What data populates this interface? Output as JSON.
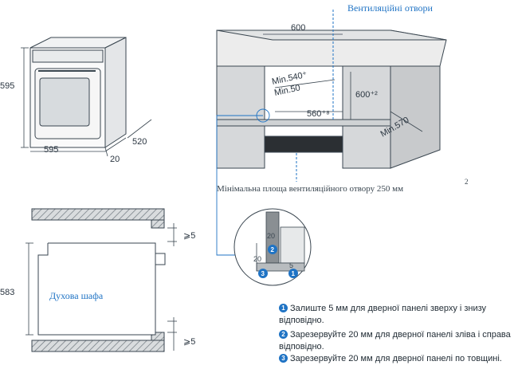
{
  "oven_front": {
    "height": "595",
    "width": "595",
    "depth_door": "20",
    "depth_body": "520"
  },
  "cabinet": {
    "top_width": "600",
    "min_width": "Min.540⁺",
    "min_depth_label": "Min.50",
    "height_label": "600⁺²",
    "inner_width": "560⁺⁸",
    "min_depth": "Min.570",
    "vent_title": "Вентиляційні отвори",
    "vent_area": "Мінімальна площа вентиляційного отвору 250 мм",
    "vent_area_sup": "2"
  },
  "side_view": {
    "height": "583",
    "gap_top": "⩾5",
    "gap_bottom": "⩾5",
    "label": "Духова шафа"
  },
  "detail": {
    "dim_20_a": "20",
    "dim_20_b": "20",
    "dim_5": "5",
    "badge_1": "1",
    "badge_2": "2",
    "badge_3": "3"
  },
  "notes": [
    {
      "num": "1",
      "text": "Залиште 5 мм для дверної панелі зверху і знизу відповідно."
    },
    {
      "num": "2",
      "text": "Зарезервуйте 20 мм для дверної панелі зліва і справа відповідно."
    },
    {
      "num": "3",
      "text": "Зарезервуйте 20 мм для дверної панелі по товщині."
    }
  ],
  "colors": {
    "line": "#3a4650",
    "accent": "#1f73c4",
    "hatch": "#b9bec2"
  }
}
